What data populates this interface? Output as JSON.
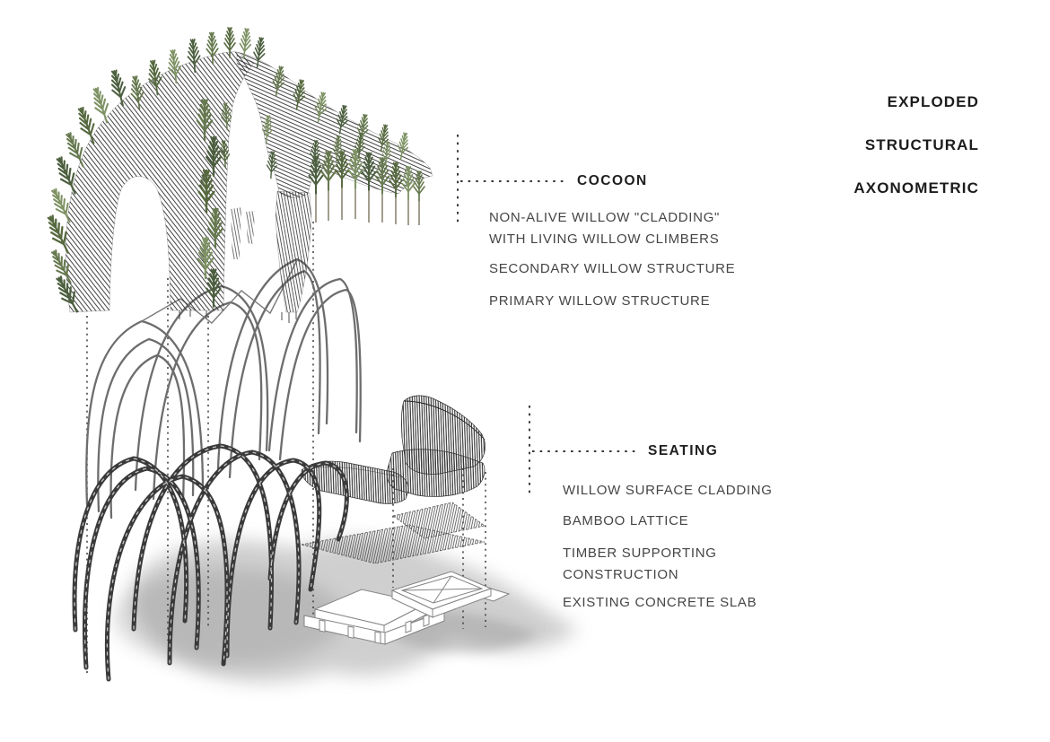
{
  "title": {
    "lines": [
      "EXPLODED",
      "STRUCTURAL",
      "AXONOMETRIC"
    ]
  },
  "cocoon": {
    "label": "COCOON",
    "item1": "NON-ALIVE WILLOW \"CLADDING\"\nWITH LIVING WILLOW CLIMBERS",
    "item2": "SECONDARY WILLOW STRUCTURE",
    "item3": "PRIMARY WILLOW STRUCTURE"
  },
  "seating": {
    "label": "SEATING",
    "item1": "WILLOW SURFACE CLADDING",
    "item2": "BAMBOO LATTICE",
    "item3": "TIMBER SUPPORTING\nCONSTRUCTION",
    "item4": "EXISTING CONCRETE SLAB"
  },
  "colors": {
    "background": "#ffffff",
    "text_primary": "#1c1c1c",
    "text_secondary": "#454545",
    "foliage_green_dark": "#4c5f3f",
    "foliage_green_mid": "#66794f",
    "foliage_green_light": "#7e9264",
    "cladding_hatch": "#2d2d2d",
    "secondary_structure_gray": "#6d6d6d",
    "primary_structure_dark": "#3a3a3a",
    "timber_outline_gray": "#848484",
    "shadow_gray": "#8e8e8e",
    "leader_dot": "#3a3a3a"
  },
  "drawing_layers": [
    "cocoon-willow-cladding",
    "secondary-willow-structure",
    "primary-willow-structure",
    "willow-seat-cladding",
    "bamboo-lattice",
    "timber-supporting-construction",
    "existing-concrete-slab",
    "ground-shadow"
  ]
}
